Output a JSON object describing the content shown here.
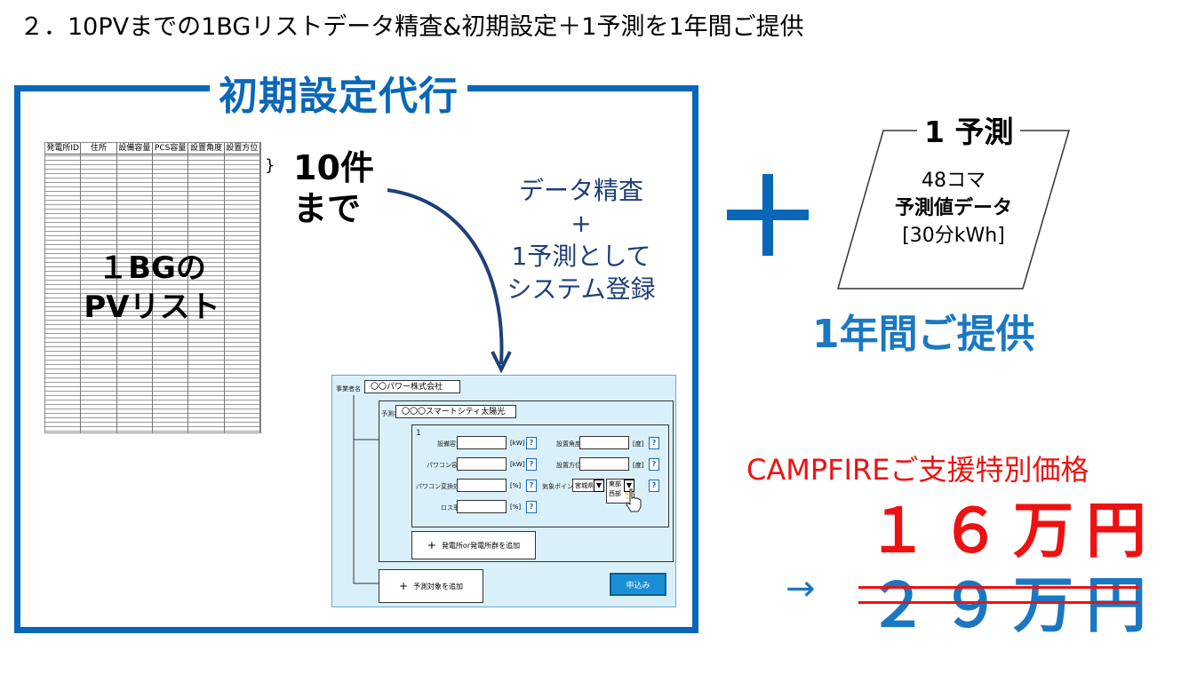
{
  "page_title": "２．10PVまでの1BGリストデータ精査&初期設定＋1予測を1年間ご提供",
  "setup": {
    "title": "初期設定代行",
    "pv_list": {
      "headers": [
        "発電所ID",
        "住所",
        "設備容量",
        "PCS容量",
        "設置角度",
        "設置方位"
      ],
      "label_line1": "１BGの",
      "label_line2": "PVリスト"
    },
    "bracket": "}",
    "count_line1": "10件",
    "count_line2": "まで",
    "reg_lines": [
      "データ精査",
      "+",
      "1予測として",
      "システム登録"
    ]
  },
  "form": {
    "business_label": "事業者名",
    "business_value": "〇〇パワー株式会社",
    "forecast_label": "予測名",
    "forecast_value": "〇〇〇スマートシティ太陽光",
    "plant_index": "1",
    "fields": [
      {
        "label": "設備容量",
        "unit": "[kW]"
      },
      {
        "label": "パワコン容量",
        "unit": "[kW]"
      },
      {
        "label": "パワコン変換効率",
        "unit": "[%]"
      },
      {
        "label": "ロス率",
        "unit": "[%]"
      }
    ],
    "fields_right": [
      {
        "label": "設置角度",
        "unit": "[度]"
      },
      {
        "label": "設置方位",
        "unit": "[度]"
      }
    ],
    "weather_label": "気象ポイント",
    "prefecture": "宮城県",
    "region_options": [
      "東部",
      "西部"
    ],
    "help": "?",
    "dropdown_glyph": "▼",
    "plus_glyph": "+",
    "add_plant": "発電所or発電所群を追加",
    "add_target": "予測対象を追加",
    "submit": "申込み"
  },
  "forecast": {
    "title": "1 予測",
    "line1": "48コマ",
    "line2": "予測値データ",
    "line3": "[30分kWh]",
    "provide": "1年間ご提供"
  },
  "pricing": {
    "campaign": "CAMPFIREご支援特別価格",
    "price_now": "１６万円",
    "arrow": "→",
    "price_old": "２９万円"
  },
  "colors": {
    "blue": "#0a67b8",
    "light_blue": "#1a78c2",
    "red": "#ee1111",
    "navy": "#1f3f7a",
    "form_bg": "#d9f0fa"
  }
}
